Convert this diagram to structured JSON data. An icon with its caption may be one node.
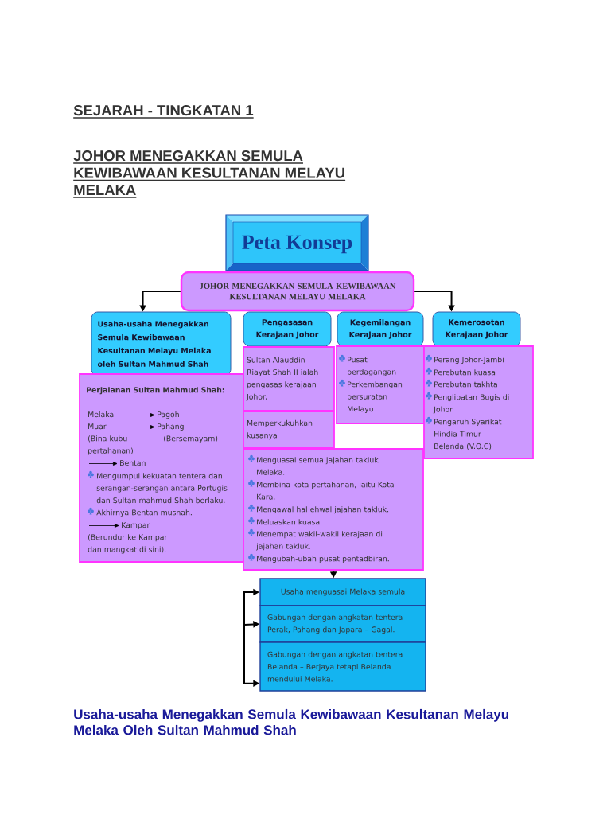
{
  "diagram": {
    "title": "JOHOR MENEGAKKAN SEMULA KEWIBAWAAN KESULTANAN MELAYU MELAKA",
    "caption": "Usaha-usaha Menegakkan Semula Kewibawaan Kesultanan Melayu Melaka Oleh Sultan Mahmud Shah",
    "nodes": [
      {
        "text": [
          "Peta Konsep"
        ]
      },
      {
        "text": [
          "JOHOR MENEGAKKAN SEMULA KEWIBAWAAN KESULTANAN MELAYU MELAKA"
        ]
      },
      {
        "text": [
          "Usaha-usaha Menegakkan Semula Kewibawaan Kesultanan Melayu Melaka oleh Sultan Mahmud Shah"
        ]
      },
      {
        "text": [
          "Pengasasan Kerajaan Johor"
        ]
      },
      {
        "text": [
          "Kegemilangan Kerajaan Johor"
        ]
      },
      {
        "text": [
          "Kemerosotan Kerajaan Johor"
        ]
      },
      {
        "text": [
          "Perjalanan Sultan Mahmud Shah:",
          "(Bina kubu pertahanan)",
          "(Bersemayam)",
          "Mengumpul kekuatan tentera dan serangan-serangan antara Portugis dan Sultan mahmud Shah berlaku.",
          "Akhirnya Bentan musnah.",
          "(Berundur ke Kampar dan mangkat di sini)."
        ]
      },
      {
        "text": [
          "Melaka"
        ],
        "in": 6
      },
      {
        "text": [
          "Pagoh"
        ],
        "in": 6
      },
      {
        "text": [
          "Muar"
        ],
        "in": 6
      },
      {
        "text": [
          "Pahang"
        ],
        "in": 6
      },
      {
        "text": [
          "Bentan"
        ],
        "in": 6
      },
      {
        "text": [
          "Kampar"
        ],
        "in": 6
      },
      {
        "text": [
          "Sultan Alauddin Riayat Shah II ialah pengasas kerajaan Johor."
        ]
      },
      {
        "text": [
          "Memperkukuhkan kusanya"
        ]
      },
      {
        "text": [
          "Menguasai semua jajahan takluk Melaka.",
          "Membina kota pertahanan, iaitu Kota Kara.",
          "Mengawal hal ehwal jajahan takluk.",
          "Meluaskan kuasa",
          "Menempat wakil-wakil kerajaan di jajahan takluk.",
          "Mengubah-ubah pusat pentadbiran."
        ]
      },
      {
        "text": [
          "Pusat perdagangan",
          "Perkembangan persuratan Melayu"
        ]
      },
      {
        "text": [
          "Perang Johor-Jambi",
          "Perebutan kuasa",
          "Perebutan takhta",
          "Penglibatan Bugis di Johor",
          "Pengaruh Syarikat Hindia Timur Belanda (V.O.C)"
        ]
      },
      {
        "text": [
          "Usaha menguasai Melaka semula"
        ]
      },
      {
        "text": [
          "Gabungan dengan angkatan tentera Perak, Pahang dan Japara – Gagal."
        ]
      },
      {
        "text": [
          "Gabungan dengan angkatan tentera Belanda – Berjaya tetapi Belanda mendului Melaka."
        ]
      }
    ],
    "edges": [
      {
        "from": 1,
        "to": 2,
        "arrow": "to"
      },
      {
        "from": 1,
        "to": 5,
        "arrow": "to"
      },
      {
        "from": 7,
        "to": 8,
        "arrow": "to"
      },
      {
        "from": 9,
        "to": 10,
        "arrow": "to"
      },
      {
        "from": null,
        "to": 11,
        "arrow": "to"
      },
      {
        "from": null,
        "to": 12,
        "arrow": "to"
      },
      {
        "from": 15,
        "to": 18,
        "arrow": "to"
      },
      {
        "from": null,
        "to": 18,
        "arrow": "to"
      },
      {
        "from": null,
        "to": 19,
        "arrow": "to"
      },
      {
        "from": null,
        "to": 20,
        "arrow": "to"
      }
    ],
    "labels": [
      "SEJARAH - TINGKATAN 1"
    ]
  }
}
